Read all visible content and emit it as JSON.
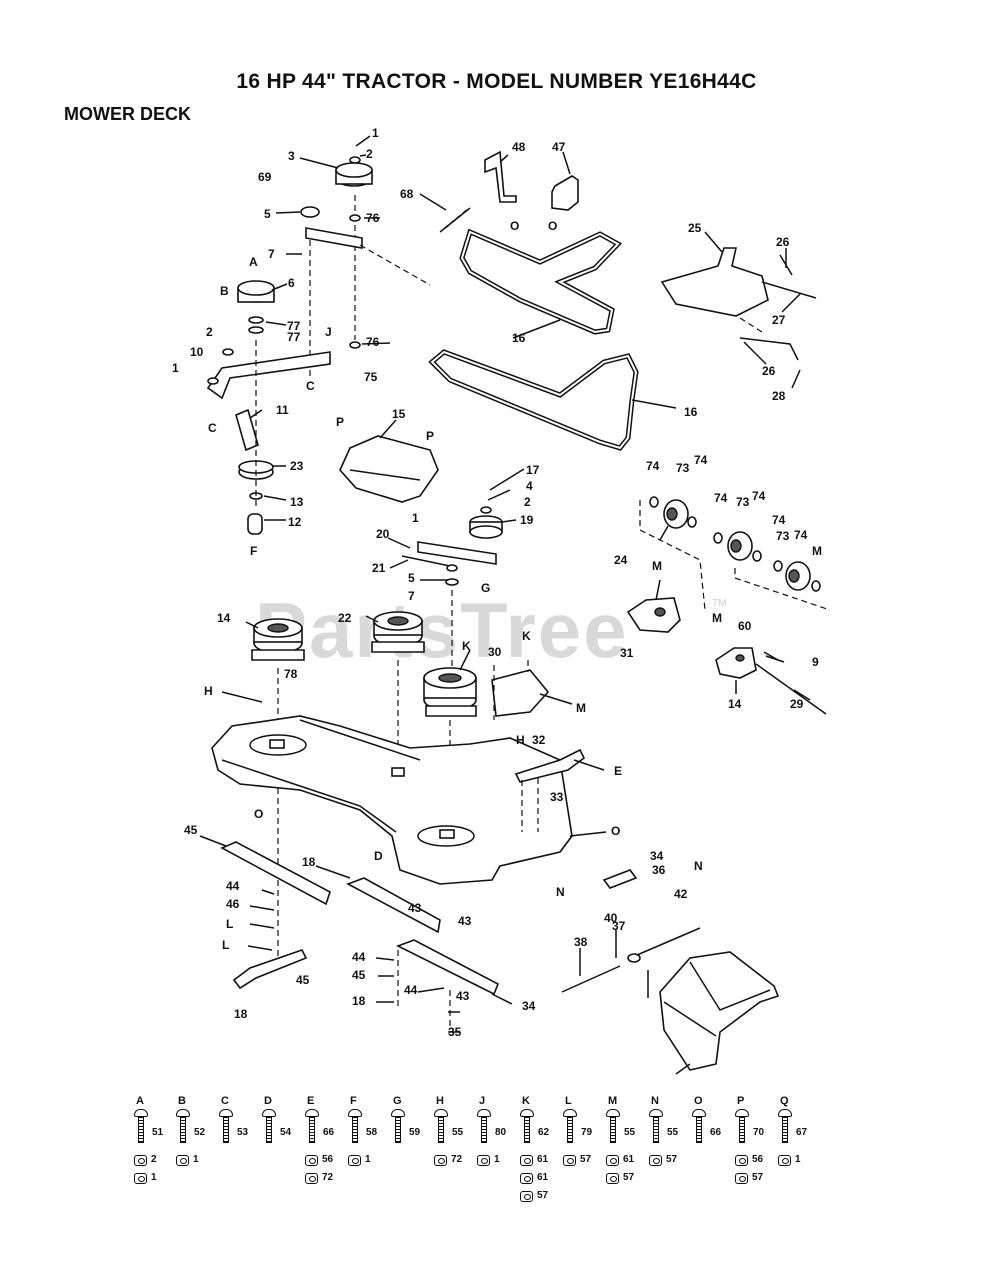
{
  "header": {
    "title": "16 HP 44\" TRACTOR - MODEL NUMBER YE16H44C",
    "section": "MOWER DECK"
  },
  "watermark": {
    "text": "PartsTree",
    "tm": "TM"
  },
  "callouts": [
    "1",
    "2",
    "3",
    "69",
    "5",
    "76",
    "7",
    "A",
    "6",
    "B",
    "77",
    "77",
    "2",
    "J",
    "10",
    "C",
    "1",
    "76",
    "75",
    "C",
    "11",
    "23",
    "13",
    "12",
    "F",
    "48",
    "47",
    "O",
    "O",
    "68",
    "16",
    "16",
    "25",
    "26",
    "27",
    "26",
    "28",
    "15",
    "P",
    "P",
    "17",
    "4",
    "2",
    "1",
    "19",
    "20",
    "21",
    "5",
    "7",
    "G",
    "74",
    "73",
    "74",
    "74",
    "73",
    "74",
    "74",
    "73",
    "74",
    "M",
    "24",
    "M",
    "M",
    "31",
    "60",
    "9",
    "29",
    "14",
    "14",
    "22",
    "K",
    "K",
    "30",
    "M",
    "78",
    "H",
    "H",
    "32",
    "E",
    "33",
    "O",
    "O",
    "D",
    "43",
    "43",
    "45",
    "18",
    "44",
    "46",
    "L",
    "L",
    "45",
    "18",
    "44",
    "45",
    "18",
    "44",
    "43",
    "35",
    "34",
    "34",
    "36",
    "N",
    "N",
    "40",
    "42",
    "37",
    "38"
  ],
  "hardware": [
    {
      "letter": "A",
      "bolt": "51",
      "parts": [
        {
          "n": "2"
        },
        {
          "n": "1"
        }
      ]
    },
    {
      "letter": "B",
      "bolt": "52",
      "parts": [
        {
          "n": "1"
        }
      ]
    },
    {
      "letter": "C",
      "bolt": "53",
      "parts": []
    },
    {
      "letter": "D",
      "bolt": "54",
      "parts": []
    },
    {
      "letter": "E",
      "bolt": "66",
      "parts": [
        {
          "n": "56"
        },
        {
          "n": "72"
        }
      ]
    },
    {
      "letter": "F",
      "bolt": "58",
      "parts": [
        {
          "n": "1"
        }
      ]
    },
    {
      "letter": "G",
      "bolt": "59",
      "parts": []
    },
    {
      "letter": "H",
      "bolt": "55",
      "parts": [
        {
          "n": "72"
        }
      ]
    },
    {
      "letter": "J",
      "bolt": "80",
      "parts": [
        {
          "n": "1"
        }
      ]
    },
    {
      "letter": "K",
      "bolt": "62",
      "parts": [
        {
          "n": "61"
        },
        {
          "n": "61"
        },
        {
          "n": "57"
        }
      ]
    },
    {
      "letter": "L",
      "bolt": "79",
      "parts": [
        {
          "n": "57"
        }
      ]
    },
    {
      "letter": "M",
      "bolt": "55",
      "parts": [
        {
          "n": "61"
        },
        {
          "n": "57"
        }
      ]
    },
    {
      "letter": "N",
      "bolt": "55",
      "parts": [
        {
          "n": "57"
        }
      ]
    },
    {
      "letter": "O",
      "bolt": "66",
      "parts": []
    },
    {
      "letter": "P",
      "bolt": "70",
      "parts": [
        {
          "n": "56"
        },
        {
          "n": "57"
        }
      ]
    },
    {
      "letter": "Q",
      "bolt": "67",
      "parts": [
        {
          "n": "1"
        }
      ]
    }
  ]
}
